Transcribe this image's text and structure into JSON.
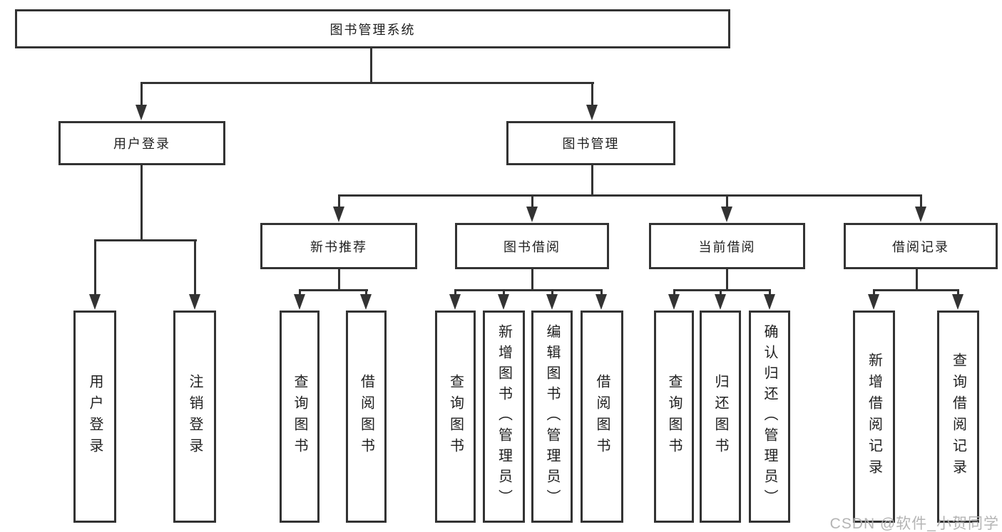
{
  "diagram": {
    "root": {
      "label": "图书管理系统"
    },
    "level2": [
      {
        "label": "用户登录"
      },
      {
        "label": "图书管理"
      }
    ],
    "level3": [
      {
        "label": "新书推荐"
      },
      {
        "label": "图书借阅"
      },
      {
        "label": "当前借阅"
      },
      {
        "label": "借阅记录"
      }
    ],
    "leaves": {
      "user_login": [
        {
          "label": "用户登录"
        },
        {
          "label": "注销登录"
        }
      ],
      "new_books": [
        {
          "label": "查询图书"
        },
        {
          "label": "借阅图书"
        }
      ],
      "book_borrow": [
        {
          "label": "查询图书"
        },
        {
          "label": "新增图书（管理员）"
        },
        {
          "label": "编辑图书（管理员）"
        },
        {
          "label": "借阅图书"
        }
      ],
      "current_borrow": [
        {
          "label": "查询图书"
        },
        {
          "label": "归还图书"
        },
        {
          "label": "确认归还（管理员）"
        }
      ],
      "borrow_records": [
        {
          "label": "新增借阅记录"
        },
        {
          "label": "查询借阅记录"
        }
      ]
    }
  },
  "watermark": {
    "text": "CSDN @软件_小贺同学"
  },
  "colors": {
    "line": "#333333",
    "text": "#1f1f1f",
    "watermark": "#b0b0b0",
    "background": "#ffffff"
  }
}
